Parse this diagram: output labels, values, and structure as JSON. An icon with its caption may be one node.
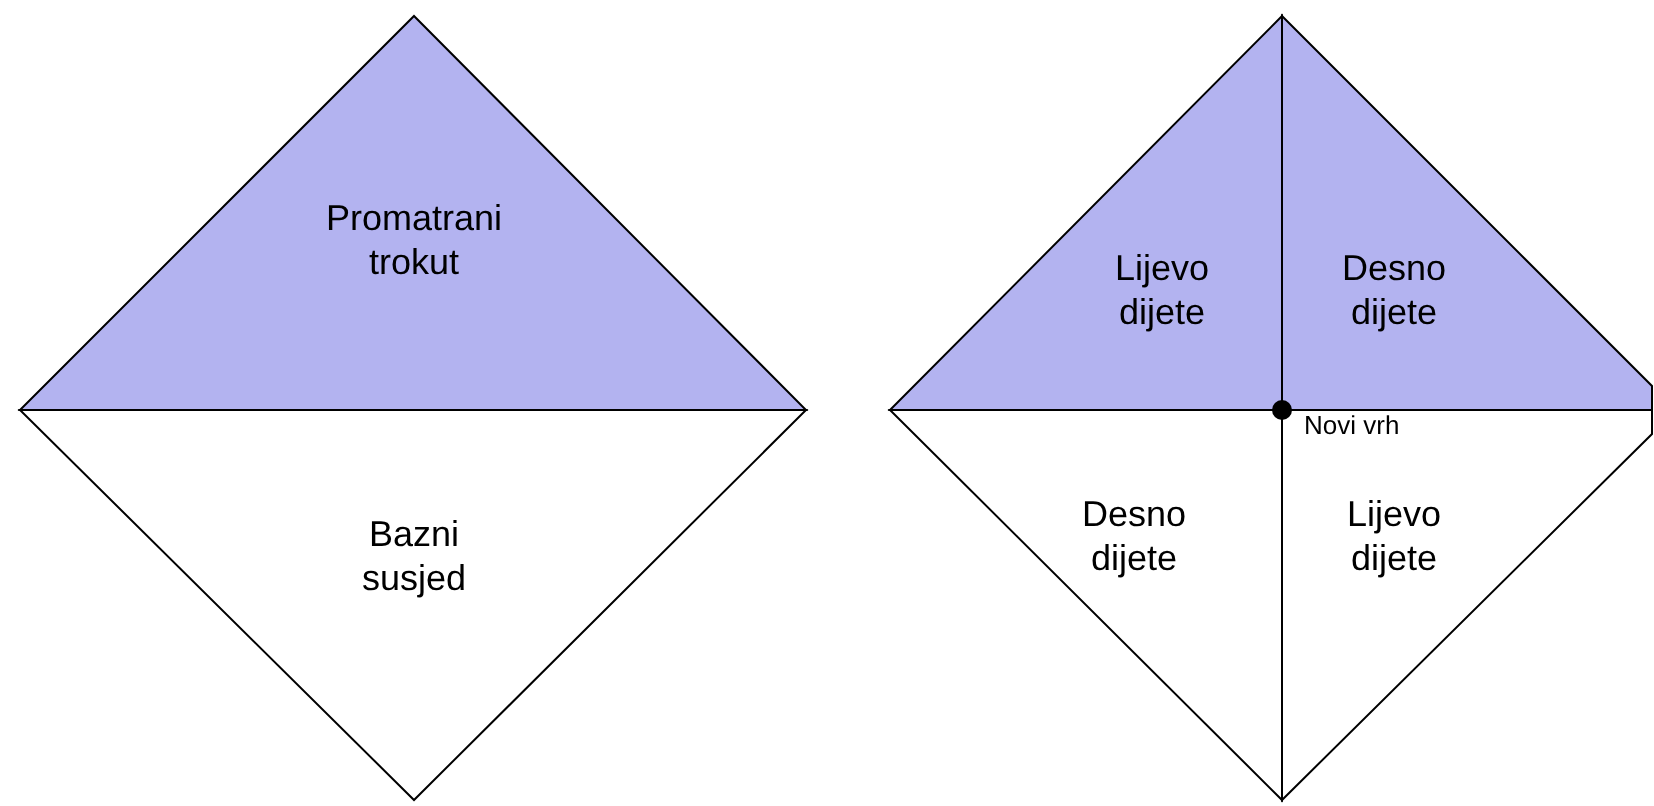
{
  "diagram": {
    "nodes": [
      {
        "text": [
          "Promatrani trokut"
        ]
      },
      {
        "text": [
          "Bazni susjed"
        ]
      },
      {
        "text": [
          "Lijevo dijete"
        ]
      },
      {
        "text": [
          "Desno dijete"
        ]
      },
      {
        "text": [
          "Desno dijete"
        ]
      },
      {
        "text": [
          "Lijevo dijete"
        ]
      },
      {
        "text": [],
        "shape": "circle",
        "beside": [
          "Novi vrh"
        ]
      }
    ],
    "edges": []
  }
}
